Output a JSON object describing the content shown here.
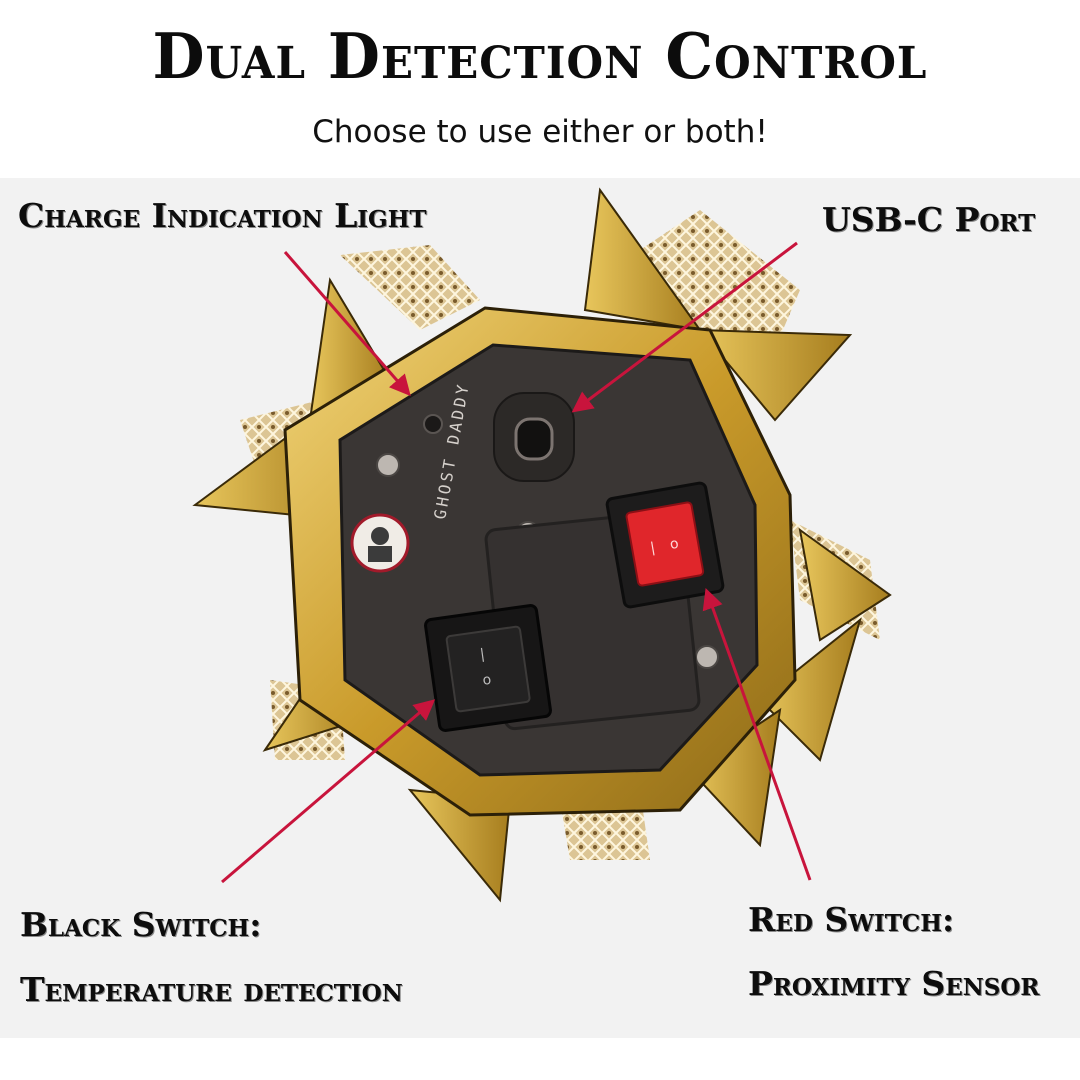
{
  "header": {
    "title": "Dual Detection Control",
    "subtitle": "Choose to use either or both!"
  },
  "callouts": {
    "charge_light": "Charge Indication Light",
    "usb_port": "USB-C Port",
    "black_switch_title": "Black Switch:",
    "black_switch_desc": "Temperature detection",
    "red_switch_title": "Red Switch:",
    "red_switch_desc": "Proximity Sensor"
  },
  "device": {
    "brand_text": "GHOST DADDY",
    "switch_symbols": {
      "on": "|",
      "off": "o"
    }
  },
  "colors": {
    "arrow": "#c8143c",
    "gold": "#d4ad3a",
    "panel": "#3a3634",
    "red_switch": "#e0262b"
  }
}
